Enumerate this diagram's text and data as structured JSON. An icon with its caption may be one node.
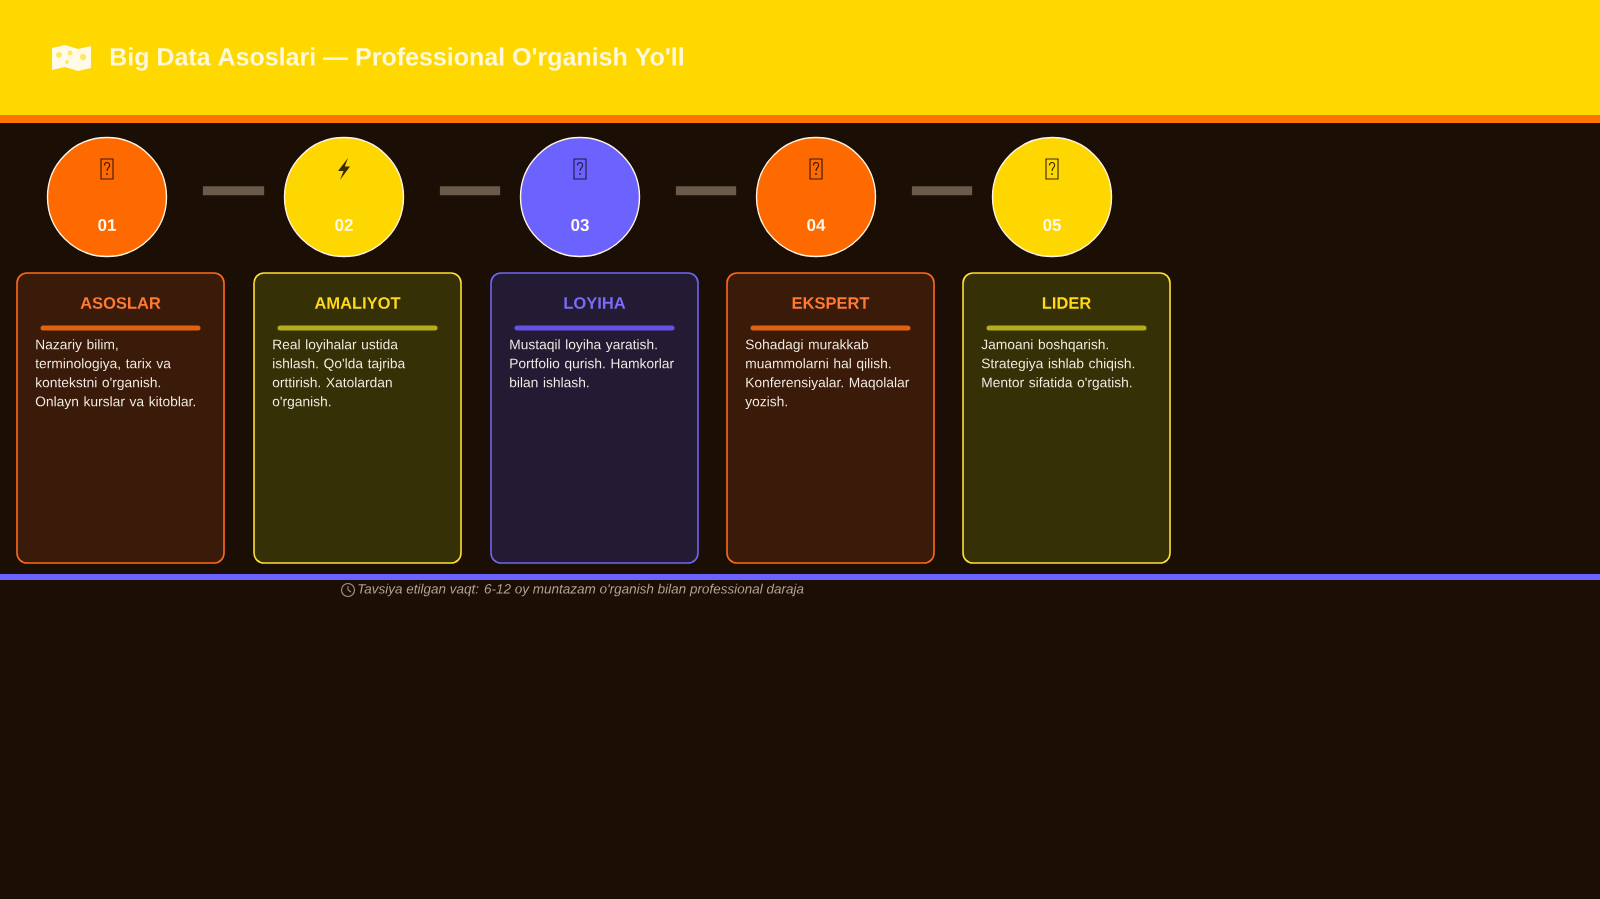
{
  "diagram": {
    "title": "Big Data Asoslari — Professional O'rganish Yo'll",
    "caption": "Tavsiya etilgan vaqt: 6-12 oy muntazam o'rganish bilan professional daraja",
    "nodes": [
      {
        "text": [
          "01"
        ]
      },
      {
        "text": [
          "02"
        ]
      },
      {
        "text": [
          "03"
        ]
      },
      {
        "text": [
          "04"
        ]
      },
      {
        "text": [
          "05"
        ]
      },
      {
        "text": [
          "ASOSLAR",
          "Nazariy bilim, terminologiya, tarix va kontekstni o'rganish. Onlayn kurslar va kitoblar."
        ]
      },
      {
        "text": [
          "AMALIYOT",
          "Real loyihalar ustida ishlash. Qo'lda tajriba orttirish. Xatolardan o'rganish."
        ]
      },
      {
        "text": [
          "LOYIHA",
          "Mustaqil loyiha yaratish. Portfolio qurish. Hamkorlar bilan ishlash."
        ]
      },
      {
        "text": [
          "EKSPERT",
          "Sohadagi murakkab muammolarni hal qilish. Konferensiyalar. Maqolalar yozish."
        ]
      },
      {
        "text": [
          "LIDER",
          "Jamoani boshqarish. Strategiya ishlab chiqish. Mentor sifatida o'rgatish."
        ]
      }
    ],
    "edges": [
      {
        "from": 0,
        "to": 1,
        "arrow": "none"
      },
      {
        "from": 1,
        "to": 2,
        "arrow": "none"
      },
      {
        "from": 2,
        "to": 3,
        "arrow": "none"
      },
      {
        "from": 3,
        "to": 4,
        "arrow": "none"
      }
    ]
  }
}
